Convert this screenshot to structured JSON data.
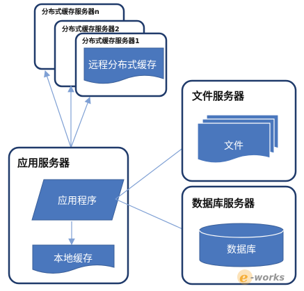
{
  "cache_servers": {
    "back_title": "分布式缓存服务器n",
    "middle_title": "分布式缓存服务器2",
    "front_title": "分布式缓存服务器1",
    "remote_cache_label": "远程分布式缓存"
  },
  "app_server": {
    "title": "应用服务器",
    "program_label": "应用程序",
    "local_cache_label": "本地缓存"
  },
  "file_server": {
    "title": "文件服务器",
    "files_label": "文件"
  },
  "db_server": {
    "title": "数据库服务器",
    "db_label": "数据库"
  },
  "watermark": {
    "text": "e-works"
  },
  "colors": {
    "shape_fill": "#4a77bd",
    "box_stroke": "#1f3a6a",
    "arrow": "#7fa0d4",
    "logo_orange": "#f5a623"
  }
}
